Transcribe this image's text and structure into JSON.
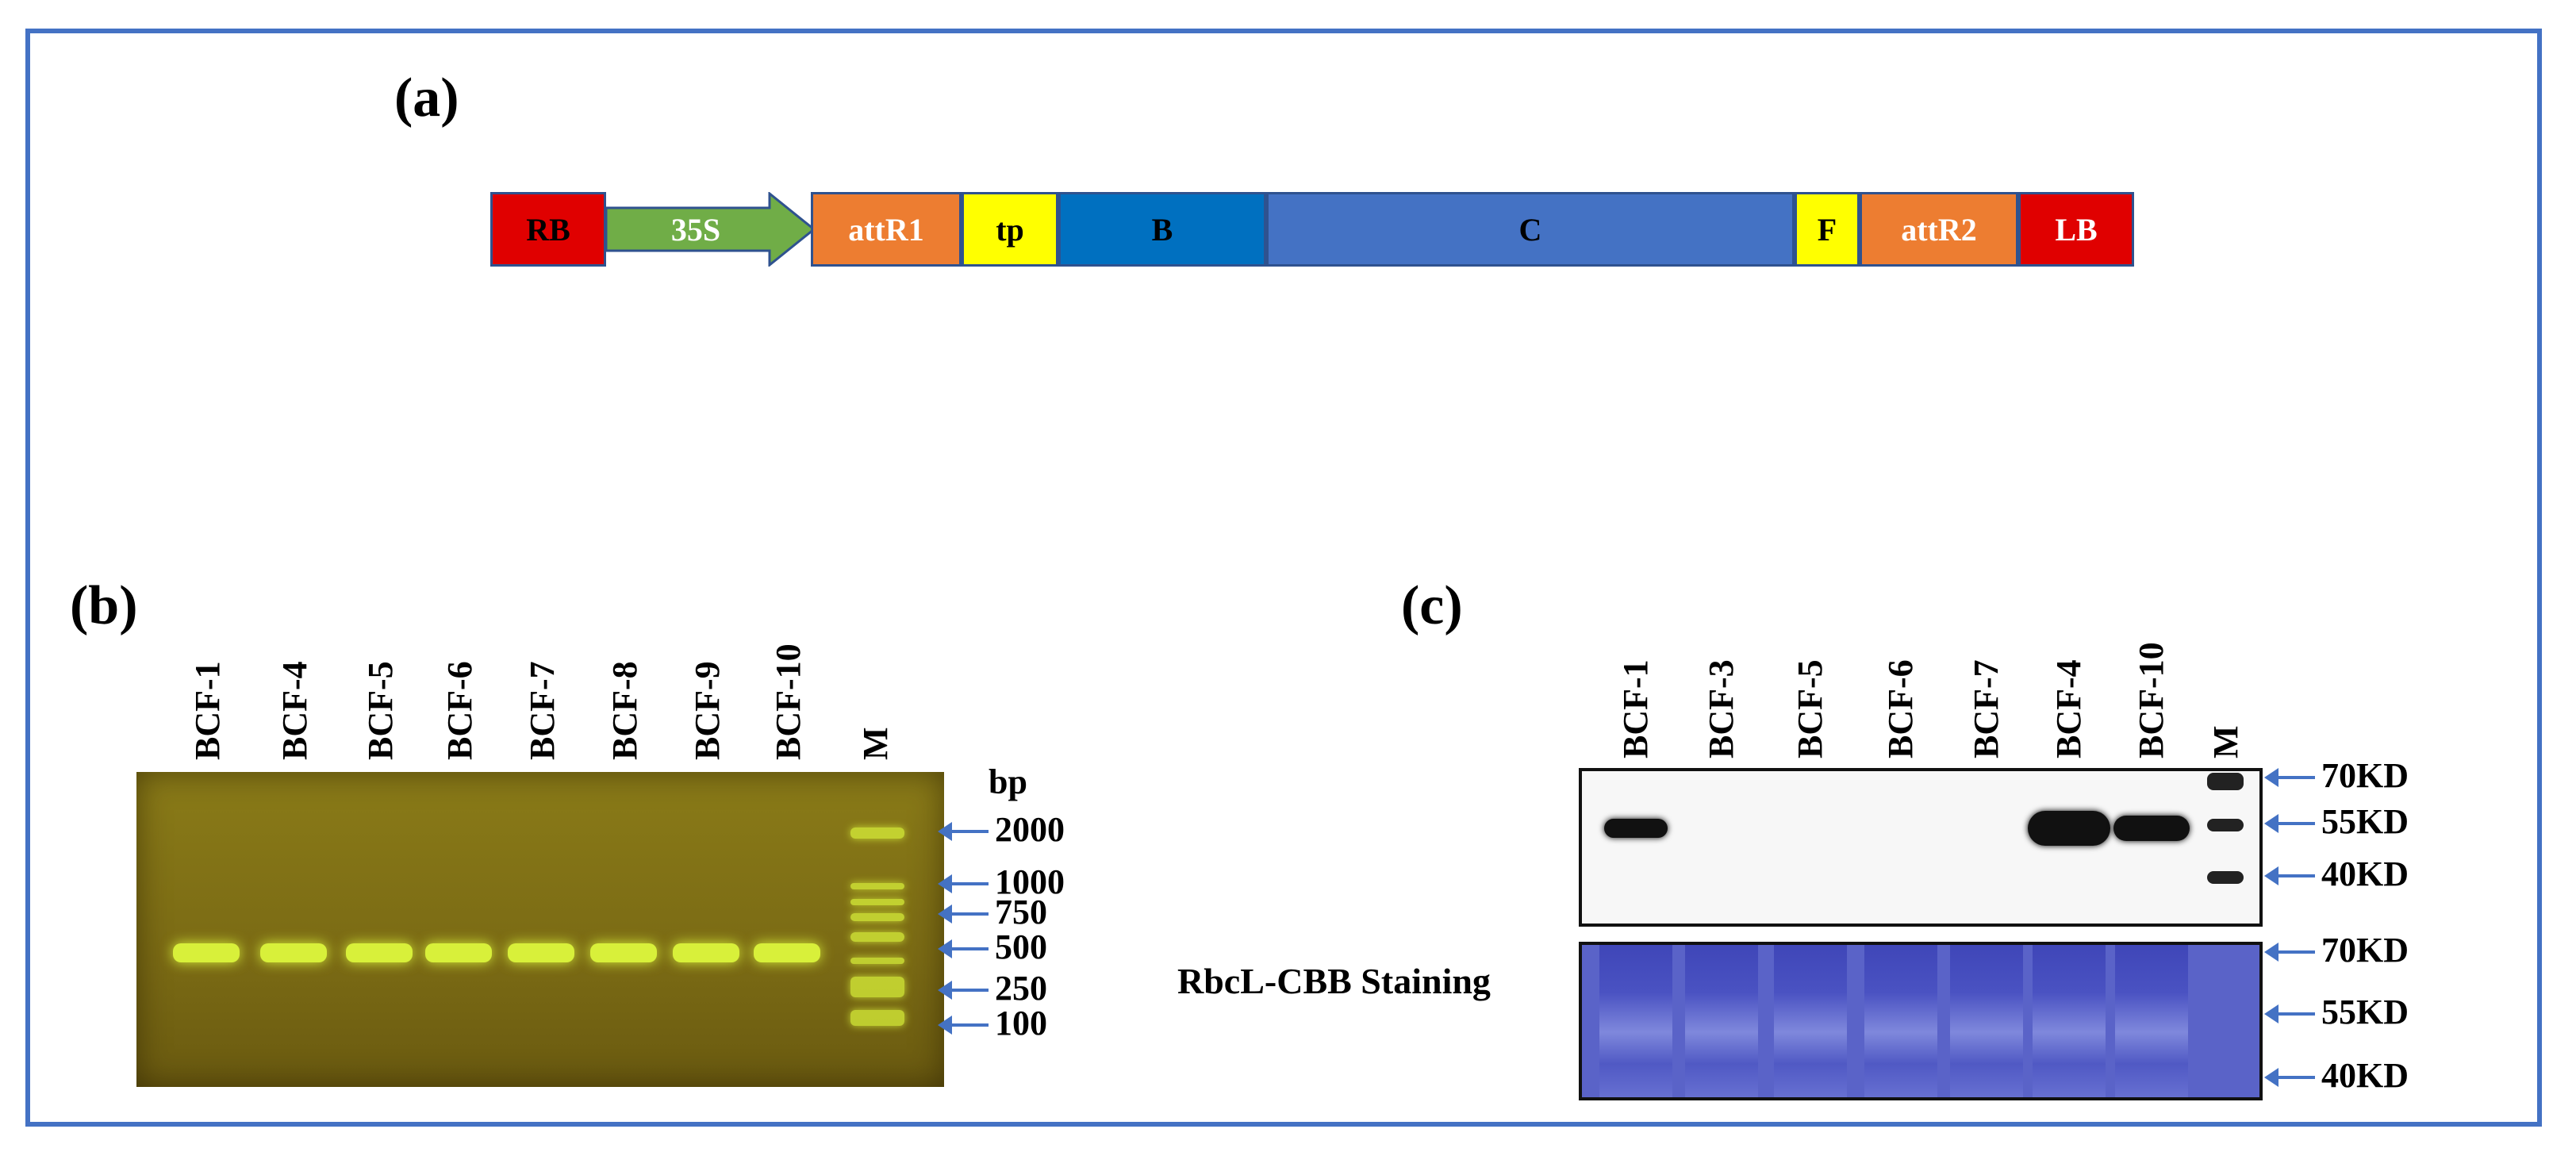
{
  "panels": {
    "a": "(a)",
    "b": "(b)",
    "c": "(c)"
  },
  "construct": {
    "segments": [
      {
        "label": "RB",
        "color": "#e00000",
        "text_color": "#000000"
      },
      {
        "label": "35S",
        "color": "#70ad47",
        "text_color": "#ffffff"
      },
      {
        "label": "attR1",
        "color": "#ed7d31",
        "text_color": "#ffffff"
      },
      {
        "label": "tp",
        "color": "#ffff00",
        "text_color": "#000000"
      },
      {
        "label": "B",
        "color": "#0070c0",
        "text_color": "#000000"
      },
      {
        "label": "C",
        "color": "#4472c4",
        "text_color": "#000000"
      },
      {
        "label": "F",
        "color": "#ffff00",
        "text_color": "#000000"
      },
      {
        "label": "attR2",
        "color": "#ed7d31",
        "text_color": "#ffffff"
      },
      {
        "label": "LB",
        "color": "#e00000",
        "text_color": "#ffffff"
      }
    ]
  },
  "gel_b": {
    "lanes": [
      "BCF-1",
      "BCF-4",
      "BCF-5",
      "BCF-6",
      "BCF-7",
      "BCF-8",
      "BCF-9",
      "BCF-10",
      "M"
    ],
    "unit": "bp",
    "markers": [
      "2000",
      "1000",
      "750",
      "500",
      "250",
      "100"
    ]
  },
  "gel_c": {
    "lanes": [
      "BCF-1",
      "BCF-3",
      "BCF-5",
      "BCF-6",
      "BCF-7",
      "BCF-4",
      "BCF-10",
      "M"
    ],
    "blot_markers": [
      "70KD",
      "55KD",
      "40KD"
    ],
    "staining_label": "RbcL-CBB Staining",
    "cbb_markers": [
      "70KD",
      "55KD",
      "40KD"
    ]
  },
  "colors": {
    "frame": "#4472c4",
    "arrow": "#4472c4",
    "gel_band": "#d8f03a",
    "blot_band": "#111111"
  }
}
